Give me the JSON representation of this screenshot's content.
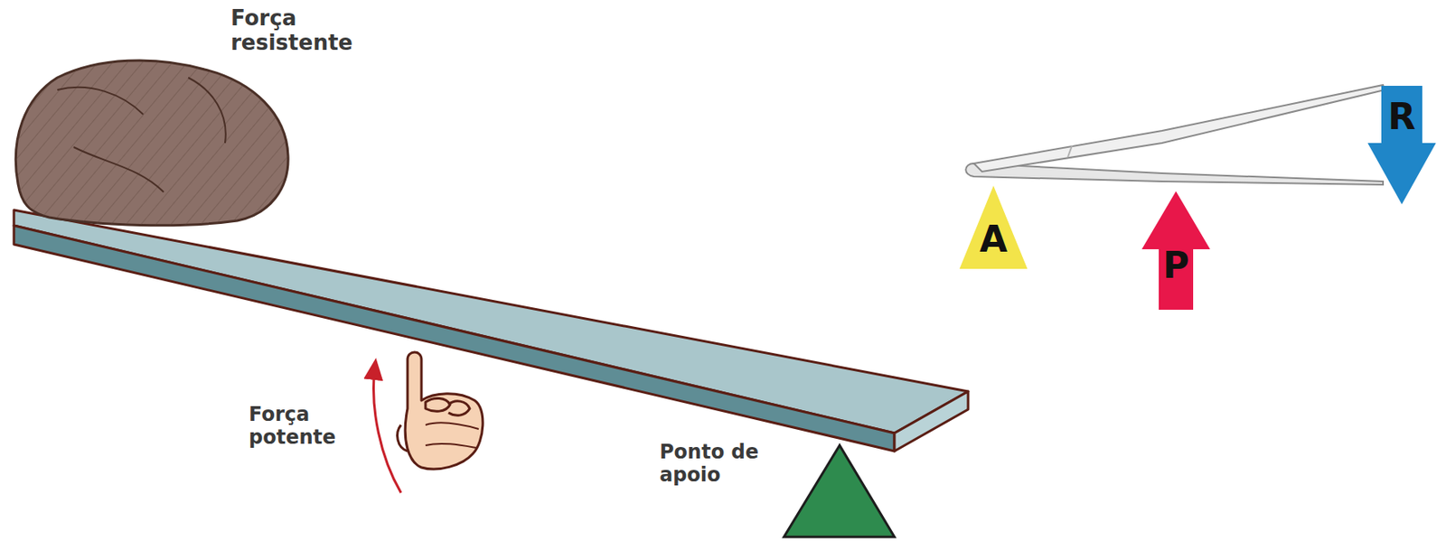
{
  "diagram": {
    "nodes": [
      {
        "text": [
          "A"
        ]
      },
      {
        "text": [
          "P"
        ]
      },
      {
        "text": [
          "R"
        ]
      }
    ],
    "labels": [
      "Força resistente",
      "Força potente",
      "Ponto de apoio"
    ]
  }
}
